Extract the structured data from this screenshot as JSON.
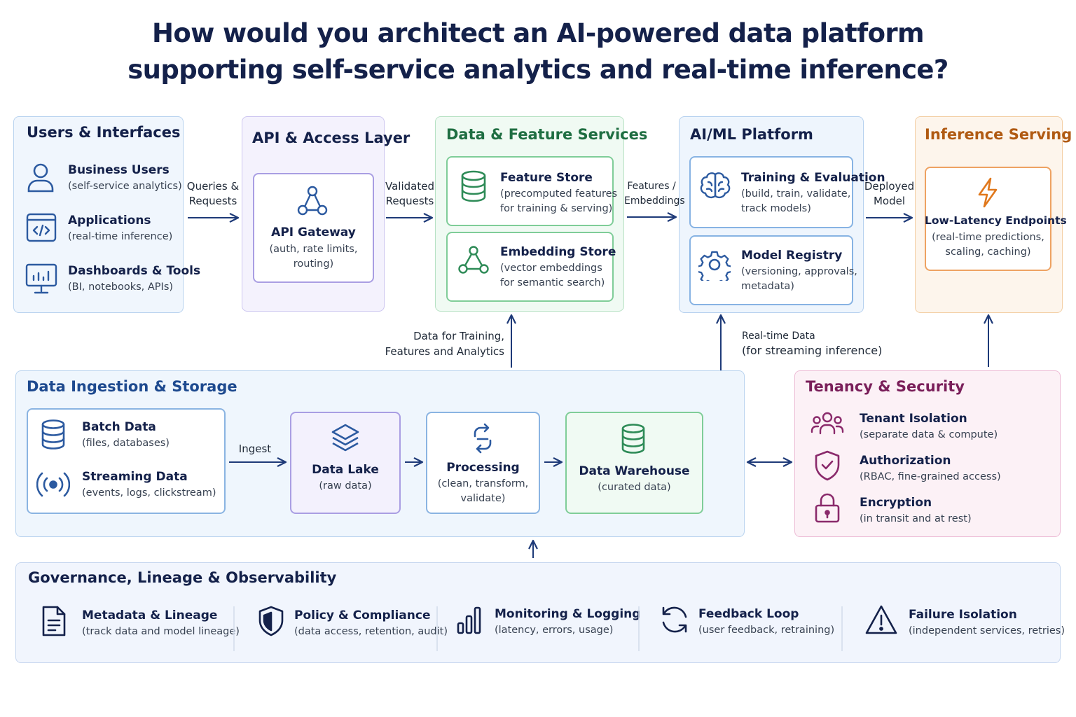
{
  "title": {
    "line1": "How would you architect an AI-powered data platform",
    "line2": "supporting self-service analytics and real-time inference?"
  },
  "users": {
    "title": "Users & Interfaces",
    "items": [
      {
        "label": "Business Users",
        "sub": "(self-service analytics)",
        "icon": "user-icon"
      },
      {
        "label": "Applications",
        "sub": "(real-time inference)",
        "icon": "code-icon"
      },
      {
        "label": "Dashboards & Tools",
        "sub": "(BI, notebooks, APIs)",
        "icon": "monitor-chart-icon"
      }
    ]
  },
  "api": {
    "title": "API & Access Layer",
    "card": {
      "label": "API Gateway",
      "sub1": "(auth, rate limits,",
      "sub2": "routing)",
      "icon": "network-icon"
    }
  },
  "features": {
    "title": "Data & Feature Services",
    "cards": [
      {
        "label": "Feature Store",
        "sub1": "(precomputed features",
        "sub2": "for training & serving)",
        "icon": "database-icon"
      },
      {
        "label": "Embedding Store",
        "sub1": "(vector embeddings",
        "sub2": "for semantic search)",
        "icon": "graph-icon"
      }
    ]
  },
  "ml": {
    "title": "AI/ML Platform",
    "cards": [
      {
        "label": "Training & Evaluation",
        "sub1": "(build, train, validate,",
        "sub2": "track models)",
        "icon": "brain-icon"
      },
      {
        "label": "Model Registry",
        "sub1": "(versioning, approvals,",
        "sub2": "metadata)",
        "icon": "gear-icon"
      }
    ]
  },
  "inference": {
    "title": "Inference Serving",
    "card": {
      "label": "Low-Latency Endpoints",
      "sub1": "(real-time predictions,",
      "sub2": "scaling, caching)",
      "icon": "lightning-icon"
    }
  },
  "flows": {
    "queries": {
      "l1": "Queries &",
      "l2": "Requests"
    },
    "validated": {
      "l1": "Validated",
      "l2": "Requests"
    },
    "features": {
      "l1": "Features /",
      "l2": "Embeddings"
    },
    "deployed": {
      "l1": "Deployed",
      "l2": "Model"
    },
    "training_data": {
      "l1": "Data for Training,",
      "l2": "Features and Analytics"
    },
    "realtime": {
      "l1": "Real-time Data",
      "l2": "(for streaming inference)"
    },
    "ingest": "Ingest"
  },
  "ingestion": {
    "title": "Data Ingestion & Storage",
    "sources": [
      {
        "label": "Batch Data",
        "sub": "(files, databases)",
        "icon": "database-icon"
      },
      {
        "label": "Streaming Data",
        "sub": "(events, logs, clickstream)",
        "icon": "broadcast-icon"
      }
    ],
    "lake": {
      "label": "Data Lake",
      "sub": "(raw data)",
      "icon": "layers-icon"
    },
    "processing": {
      "label": "Processing",
      "sub1": "(clean, transform,",
      "sub2": "validate)",
      "icon": "transform-icon"
    },
    "warehouse": {
      "label": "Data Warehouse",
      "sub": "(curated data)",
      "icon": "database-icon"
    }
  },
  "security": {
    "title": "Tenancy & Security",
    "items": [
      {
        "label": "Tenant Isolation",
        "sub": "(separate data & compute)",
        "icon": "users-group-icon"
      },
      {
        "label": "Authorization",
        "sub": "(RBAC, fine-grained access)",
        "icon": "shield-check-icon"
      },
      {
        "label": "Encryption",
        "sub": "(in transit and at rest)",
        "icon": "lock-icon"
      }
    ]
  },
  "governance": {
    "title": "Governance, Lineage & Observability",
    "items": [
      {
        "label": "Metadata & Lineage",
        "sub": "(track data and model lineage)",
        "icon": "document-icon"
      },
      {
        "label": "Policy & Compliance",
        "sub": "(data access, retention, audit)",
        "icon": "shield-icon"
      },
      {
        "label": "Monitoring & Logging",
        "sub": "(latency, errors, usage)",
        "icon": "bar-chart-icon"
      },
      {
        "label": "Feedback Loop",
        "sub": "(user feedback, retraining)",
        "icon": "refresh-icon"
      },
      {
        "label": "Failure Isolation",
        "sub": "(independent services, retries)",
        "icon": "warning-icon"
      }
    ]
  },
  "colors": {
    "navy": "#14214a",
    "blue": "#2c5aa0",
    "purple": "#6d5fc7",
    "green": "#2e8b57",
    "orange": "#e0781c",
    "magenta": "#8a2a6b"
  }
}
